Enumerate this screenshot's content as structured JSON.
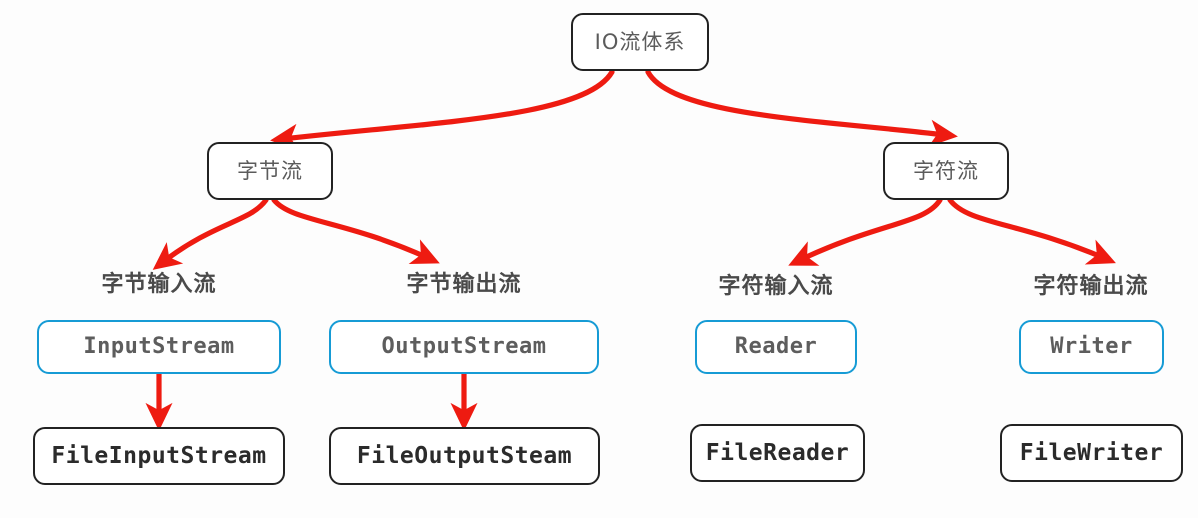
{
  "diagram": {
    "title": "IO流体系",
    "accent_arrow_color": "#ee1b11",
    "abstract_border_color": "#169bd5",
    "concrete_border_color": "#222222",
    "background_color": "#fdfdfd"
  },
  "root": {
    "label": "IO流体系"
  },
  "branches": [
    {
      "label": "字节流",
      "children": [
        {
          "heading": "字节输入流",
          "abstract": "InputStream",
          "concrete": "FileInputStream"
        },
        {
          "heading": "字节输出流",
          "abstract": "OutputStream",
          "concrete": "FileOutputSteam"
        }
      ]
    },
    {
      "label": "字符流",
      "children": [
        {
          "heading": "字符输入流",
          "abstract": "Reader",
          "concrete": "FileReader"
        },
        {
          "heading": "字符输出流",
          "abstract": "Writer",
          "concrete": "FileWriter"
        }
      ]
    }
  ]
}
